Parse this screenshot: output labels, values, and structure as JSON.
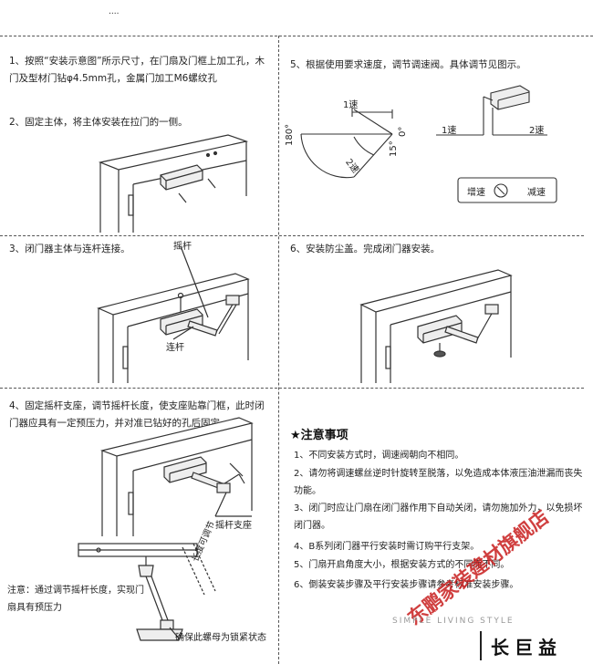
{
  "header_mark": "....",
  "steps": {
    "s1": "1、按照“安装示意图”所示尺寸，在门扇及门框上加工孔，木门及型材门钻φ4.5mm孔，金属门加工M6螺纹孔",
    "s2": "2、固定主体，将主体安装在拉门的一侧。",
    "s3": "3、闭门器主体与连杆连接。",
    "s4": "4、固定摇杆支座，调节摇杆长度，使支座贴靠门框，此时闭门器应具有一定预压力，并对准已钻好的孔后固定",
    "s5": "5、根据使用要求速度，调节调速阀。具体调节见图示。",
    "s6": "6、安装防尘盖。完成闭门器安装。"
  },
  "labels": {
    "rocker": "摇杆",
    "link_rod": "连杆",
    "rocker_base": "摇杆支座",
    "adjustable_length": "长度可调节",
    "lock_nut": "确保此螺母为锁紧状态",
    "note_left": "注意：通过调节摇杆长度，实现门扇具有预压力",
    "speed1": "1速",
    "speed2": "2速",
    "angle180": "180°",
    "angle15": "15°",
    "angle0": "0°",
    "speed_up": "增速",
    "speed_down": "减速"
  },
  "notes": {
    "title": "★注意事项",
    "items": [
      "1、不同安装方式时，调速阀朝向不相同。",
      "2、请勿将调速螺丝逆时针旋转至脱落，以免造成本体液压油泄漏而丧失功能。",
      "3、闭门时应让门扇在闭门器作用下自动关闭，请勿施加外力，以免损坏闭门器。",
      "4、B系列闭门器平行安装时需订购平行支架。",
      "5、门扇开启角度大小，根据安装方式的不同而不同。",
      "6、倒装安装步骤及平行安装步骤请参考标准安装步骤。"
    ]
  },
  "watermark": {
    "store": "东鹏家装建材旗舰店",
    "slogan": "SIMPLE LIVING STYLE",
    "brand": "长巨益"
  },
  "colors": {
    "watermark": "#c81e1e",
    "line": "#333333"
  }
}
